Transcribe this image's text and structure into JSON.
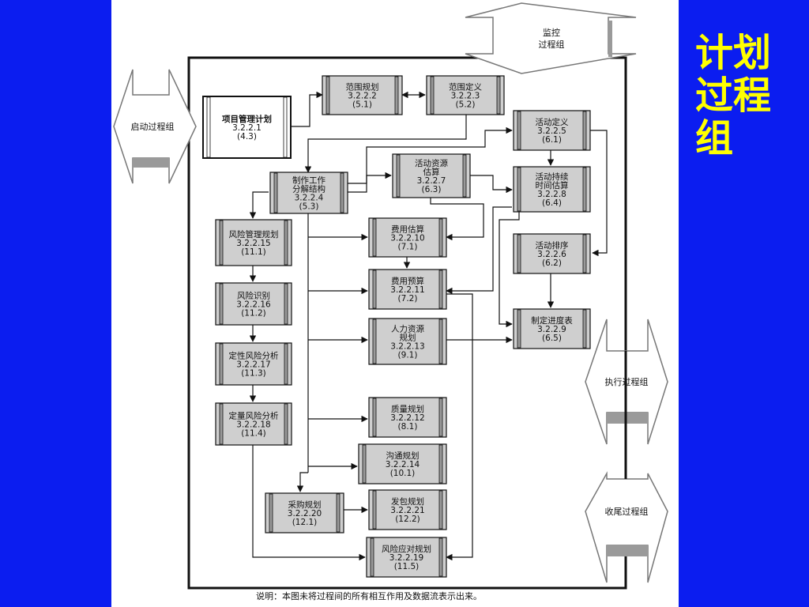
{
  "slide": {
    "title": "计划\n过程\n组",
    "note": "说明：本图未将过程间的所有相互作用及数据流表示出来。"
  },
  "groups": {
    "monitor": [
      "监控",
      "过程组"
    ],
    "initiating": "启动过程组",
    "executing": "执行过程组",
    "closing": "收尾过程组"
  },
  "processes": {
    "p4_3": [
      "项目管理计划",
      "3.2.2.1",
      "(4.3)"
    ],
    "p5_1": [
      "范围规划",
      "3.2.2.2",
      "(5.1)"
    ],
    "p5_2": [
      "范围定义",
      "3.2.2.3",
      "(5.2)"
    ],
    "p5_3": [
      "制作工作",
      "分解结构",
      "3.2.2.4",
      "(5.3)"
    ],
    "p6_1": [
      "活动定义",
      "3.2.2.5",
      "(6.1)"
    ],
    "p6_3": [
      "活动资源",
      "估算",
      "3.2.2.7",
      "(6.3)"
    ],
    "p6_4": [
      "活动持续",
      "时间估算",
      "3.2.2.8",
      "(6.4)"
    ],
    "p6_2": [
      "活动排序",
      "3.2.2.6",
      "(6.2)"
    ],
    "p6_5": [
      "制定进度表",
      "3.2.2.9",
      "(6.5)"
    ],
    "p7_1": [
      "费用估算",
      "3.2.2.10",
      "(7.1)"
    ],
    "p7_2": [
      "费用预算",
      "3.2.2.11",
      "(7.2)"
    ],
    "p9_1": [
      "人力资源",
      "规划",
      "3.2.2.13",
      "(9.1)"
    ],
    "p8_1": [
      "质量规划",
      "3.2.2.12",
      "(8.1)"
    ],
    "p10_1": [
      "沟通规划",
      "3.2.2.14",
      "(10.1)"
    ],
    "p12_2": [
      "发包规划",
      "3.2.2.21",
      "(12.2)"
    ],
    "p11_5": [
      "风险应对规划",
      "3.2.2.19",
      "(11.5)"
    ],
    "p11_1": [
      "风险管理规划",
      "3.2.2.15",
      "(11.1)"
    ],
    "p11_2": [
      "风险识别",
      "3.2.2.16",
      "(11.2)"
    ],
    "p11_3": [
      "定性风险分析",
      "3.2.2.17",
      "(11.3)"
    ],
    "p11_4": [
      "定量风险分析",
      "3.2.2.18",
      "(11.4)"
    ],
    "p12_1": [
      "采购规划",
      "3.2.2.20",
      "(12.1)"
    ]
  },
  "colors": {
    "background": "#0b1df0",
    "title": "#ffff00",
    "box_fill": "#cfcfcf",
    "box_edge": "#9a9a9a",
    "line": "#111111"
  }
}
